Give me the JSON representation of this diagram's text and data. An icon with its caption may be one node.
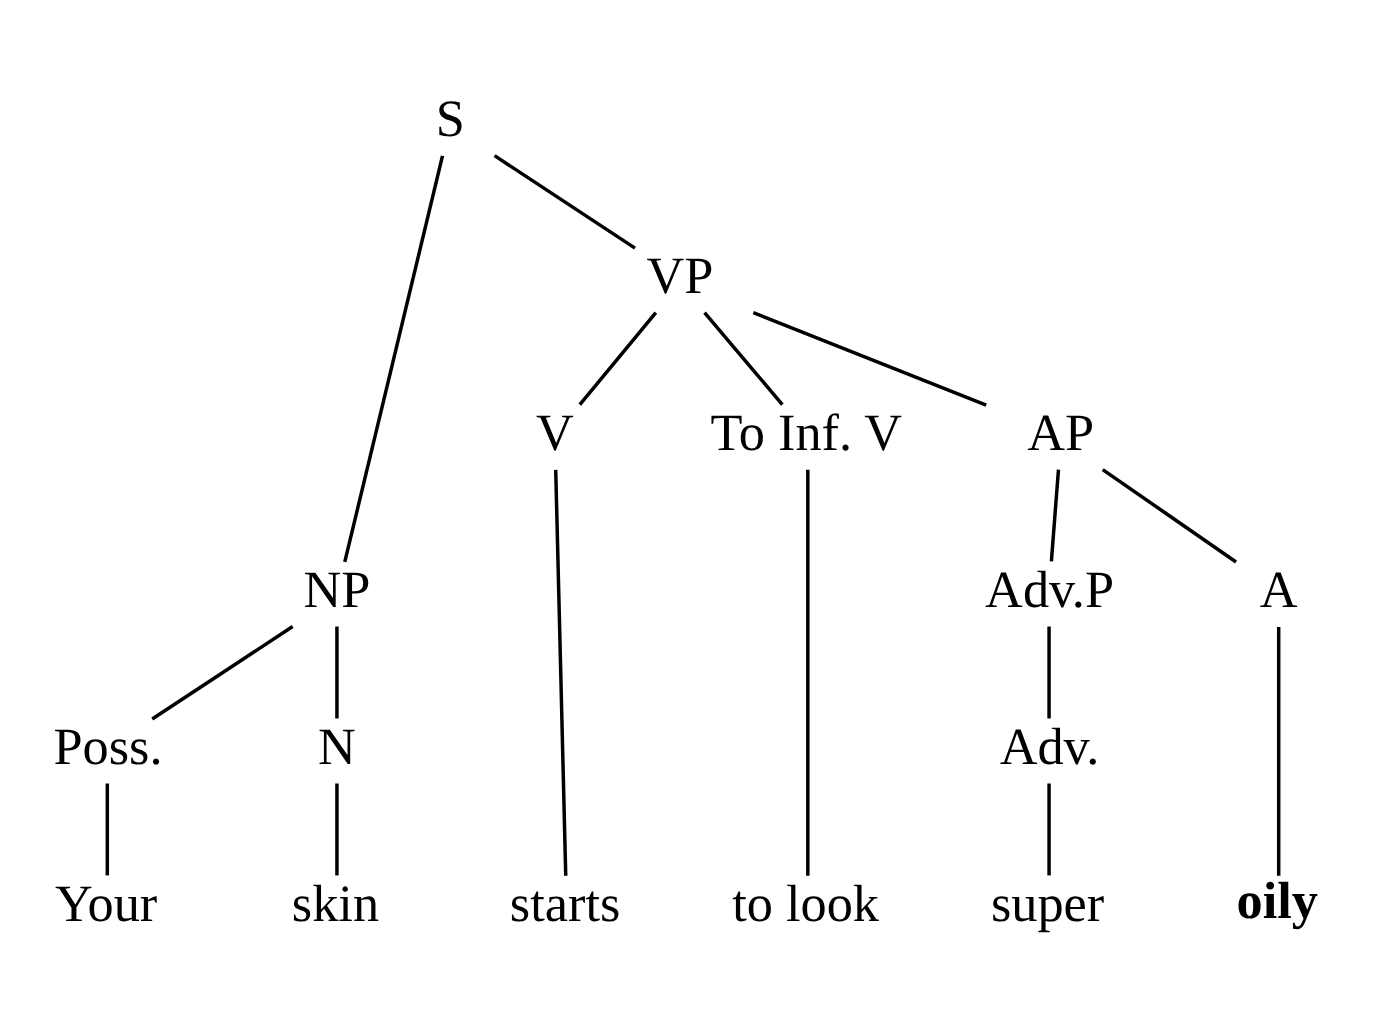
{
  "diagram": {
    "nodes": [
      {
        "text": [
          "S"
        ]
      },
      {
        "text": [
          "NP"
        ]
      },
      {
        "text": [
          "VP"
        ]
      },
      {
        "text": [
          "Poss."
        ]
      },
      {
        "text": [
          "N"
        ]
      },
      {
        "text": [
          "V"
        ]
      },
      {
        "text": [
          "To Inf. V"
        ]
      },
      {
        "text": [
          "AP"
        ]
      },
      {
        "text": [
          "Adv.P"
        ]
      },
      {
        "text": [
          "A"
        ]
      },
      {
        "text": [
          "Adv."
        ]
      },
      {
        "text": [
          "Your"
        ]
      },
      {
        "text": [
          "skin"
        ]
      },
      {
        "text": [
          "starts"
        ]
      },
      {
        "text": [
          "to look"
        ]
      },
      {
        "text": [
          "super"
        ]
      },
      {
        "text": [
          "oily"
        ]
      }
    ],
    "edges": [
      {
        "from": 0,
        "to": 1,
        "arrow": "none"
      },
      {
        "from": 0,
        "to": 2,
        "arrow": "none"
      },
      {
        "from": 1,
        "to": 3,
        "arrow": "none"
      },
      {
        "from": 1,
        "to": 4,
        "arrow": "none"
      },
      {
        "from": 2,
        "to": 5,
        "arrow": "none"
      },
      {
        "from": 2,
        "to": 6,
        "arrow": "none"
      },
      {
        "from": 2,
        "to": 7,
        "arrow": "none"
      },
      {
        "from": 7,
        "to": 8,
        "arrow": "none"
      },
      {
        "from": 7,
        "to": 9,
        "arrow": "none"
      },
      {
        "from": 3,
        "to": 11,
        "arrow": "none"
      },
      {
        "from": 4,
        "to": 12,
        "arrow": "none"
      },
      {
        "from": 5,
        "to": 13,
        "arrow": "none"
      },
      {
        "from": 6,
        "to": 14,
        "arrow": "none"
      },
      {
        "from": 8,
        "to": 10,
        "arrow": "none"
      },
      {
        "from": 10,
        "to": 15,
        "arrow": "none"
      },
      {
        "from": 9,
        "to": 16,
        "arrow": "none"
      }
    ]
  }
}
